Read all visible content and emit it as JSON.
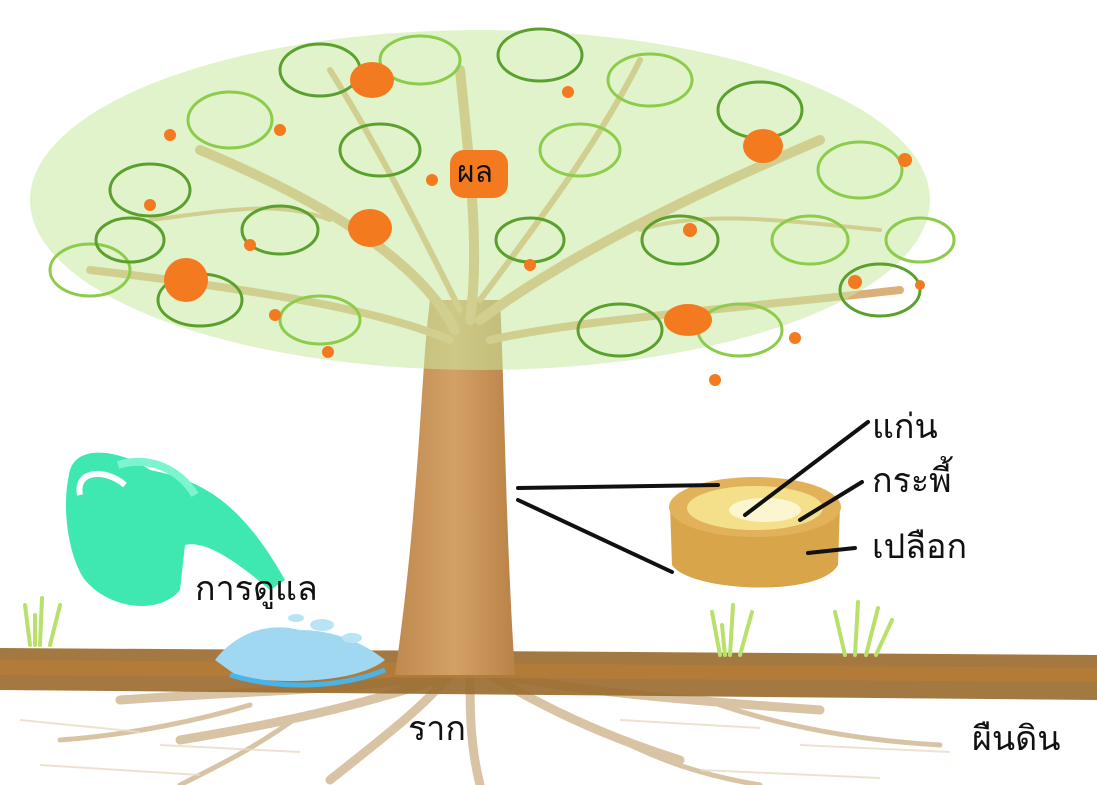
{
  "labels": {
    "fruit": "ผล",
    "heartwood": "แก่น",
    "sapwood": "กระพี้",
    "bark": "เปลือก",
    "care": "การดูแล",
    "root": "ราก",
    "soil": "ผืนดิน"
  },
  "colors": {
    "leaf_light": "#a6d96a",
    "leaf_dark": "#5aa02c",
    "branch": "#d9b07a",
    "trunk": "#c8955a",
    "fruit": "#f47a20",
    "soil_top": "#8b5a1e",
    "root": "#d8c4a4",
    "watering_can": "#3ee8b0",
    "water": "#9fd8f0",
    "log_outer": "#e2b25a",
    "log_inner": "#f4e08a",
    "log_core": "#fbf6d0"
  },
  "icons": [
    "watering-can-icon",
    "grass-tuft-icon"
  ]
}
